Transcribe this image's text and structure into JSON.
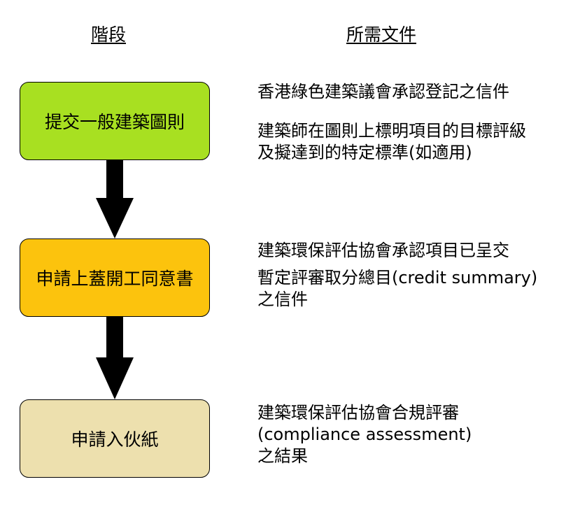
{
  "headers": {
    "stage": "階段",
    "documents": "所需文件"
  },
  "stages": [
    {
      "label": "提交一般建築圖則",
      "color": "#a8e021"
    },
    {
      "label": "申請上蓋開工同意書",
      "color": "#fcc30d"
    },
    {
      "label": "申請入伙紙",
      "color": "#ede0ae"
    }
  ],
  "documents": {
    "stage1_doc1": "香港綠色建築議會承認登記之信件",
    "stage1_doc2": "建築師在圖則上標明項目的目標評級\n及擬達到的特定標準(如適用)",
    "stage2_doc1": "建築環保評估協會承認項目已呈交",
    "stage2_doc2": "暫定評審取分總目(credit summary)\n之信件",
    "stage3_doc1": "建築環保評估協會合規評審\n(compliance assessment)\n之結果"
  }
}
